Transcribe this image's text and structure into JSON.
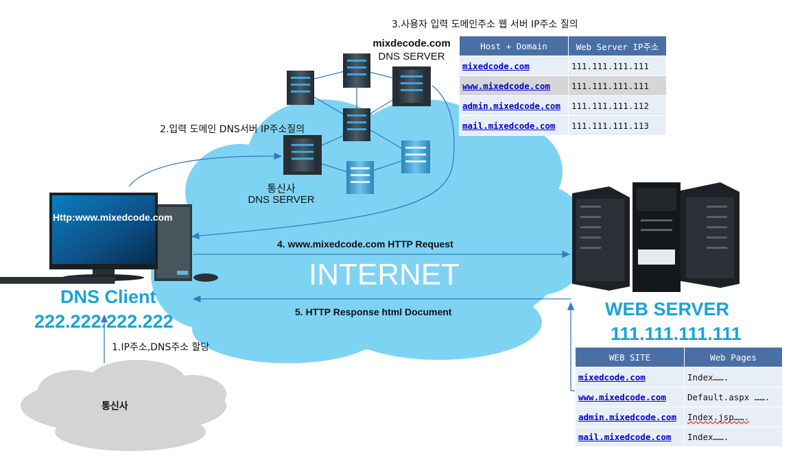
{
  "labels": {
    "step3": "3.사용자 입력 도메인주소 웹 서버 IP주소 질의",
    "dns_main_1": "mixdecode.com",
    "dns_main_2": "DNS  SERVER",
    "step2": "2.입력 도메인 DNS서버 IP주소질의",
    "isp_dns_1": "통신사",
    "isp_dns_2": "DNS  SERVER",
    "browser_url": "Http:www.mixedcode.com",
    "step4": "4.  www.mixedcode.com HTTP Request",
    "internet": "INTERNET",
    "step5": "5.  HTTP Response html Document",
    "client_title": "DNS Client",
    "client_ip": "222.222.222.222",
    "step1": "1.IP주소,DNS주소 할당",
    "isp": "통신사",
    "web_title": "WEB SERVER",
    "web_ip": "111.111.111.111"
  },
  "dns_table": {
    "headers": [
      "Host + Domain",
      "Web Server IP주소"
    ],
    "rows": [
      [
        "mixedcode.com",
        "111.111.111.111"
      ],
      [
        "www.mixedcode.com",
        "111.111.111.111"
      ],
      [
        "admin.mixedcode.com",
        "111.111.111.112"
      ],
      [
        "mail.mixedcode.com",
        "111.111.111.113"
      ]
    ]
  },
  "web_table": {
    "headers": [
      "WEB SITE",
      "Web Pages"
    ],
    "rows": [
      [
        "mixedcode.com",
        "Index……."
      ],
      [
        "www.mixedcode.com",
        "Default.aspx ……."
      ],
      [
        "admin.mixedcode.com",
        "Index.jsp……."
      ],
      [
        "mail.mixedcode.com",
        "Index……."
      ]
    ]
  },
  "colors": {
    "cloud": "#7fd3f2",
    "accent": "#1aa2dc",
    "arrow": "#3a78c2",
    "table_header": "#4a6fa5"
  }
}
